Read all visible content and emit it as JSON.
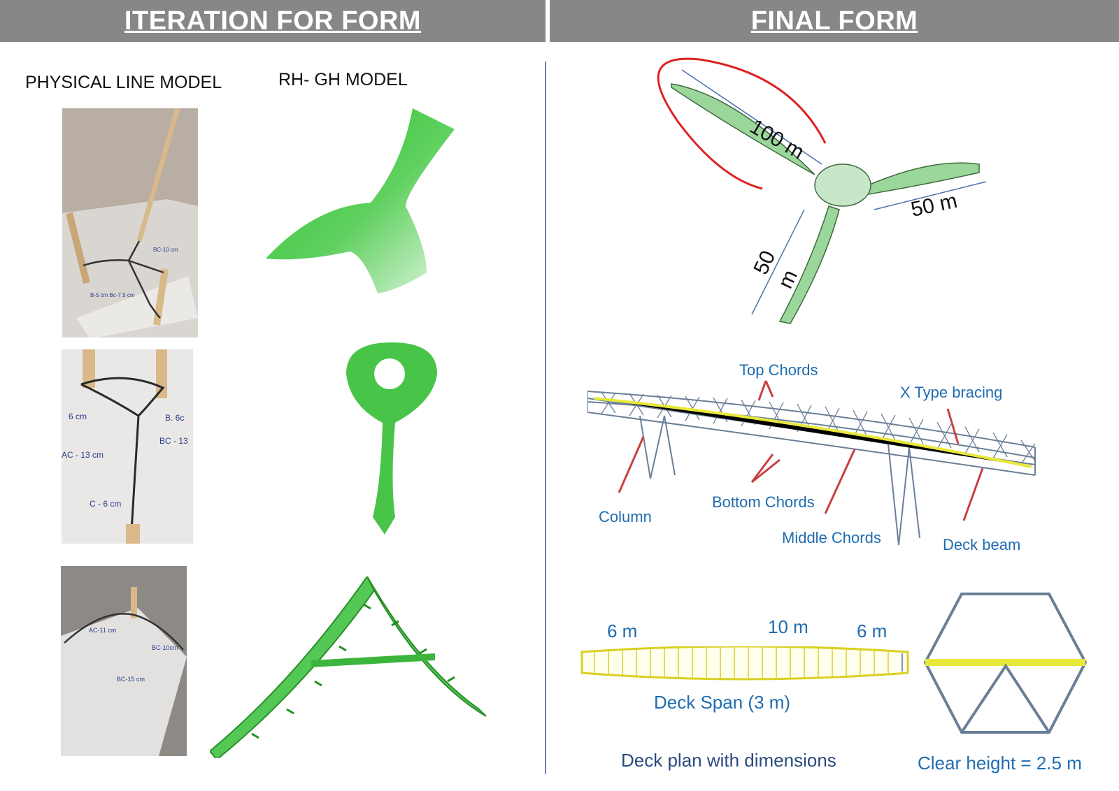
{
  "headers": {
    "left": "ITERATION FOR FORM",
    "right": "FINAL FORM"
  },
  "columns": {
    "physical": "PHYSICAL LINE MODEL",
    "digital": "RH- GH MODEL"
  },
  "turbine": {
    "blade_long": "100 m",
    "blade_right": "50 m",
    "blade_bottom_number": "50",
    "blade_bottom_unit": "m"
  },
  "truss": {
    "top_chords": "Top Chords",
    "x_bracing": "X Type bracing",
    "column": "Column",
    "bottom_chords": "Bottom Chords",
    "middle_chords": "Middle Chords",
    "deck_beam": "Deck beam"
  },
  "deck": {
    "left_width": "6 m",
    "mid_width": "10 m",
    "right_width": "6 m",
    "span": "Deck Span (3 m)",
    "caption": "Deck plan with dimensions"
  },
  "section": {
    "caption": "Clear height = 2.5 m"
  },
  "colors": {
    "header_bg": "#878787",
    "model_green": "#3fbf3f",
    "label_blue": "#1f6cb0",
    "arrow_red": "#c94040",
    "truss_steel": "#6a7f98",
    "deck_yellow": "#e8e83a"
  }
}
